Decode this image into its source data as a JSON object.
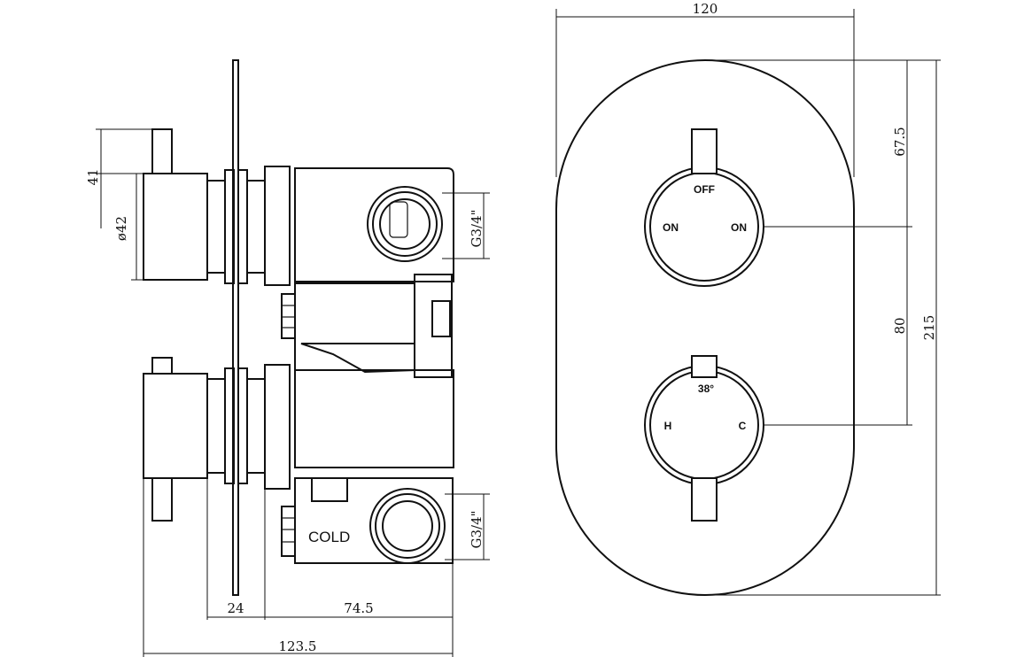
{
  "dimensions": {
    "top_width": "120",
    "upper_height": "67.5",
    "centre_spacing": "80",
    "total_height": "215",
    "lever_offset": "41",
    "body_diameter": "ø42",
    "thread_top": "G3/4\"",
    "thread_bottom": "G3/4\"",
    "depth_small": "24",
    "depth_body": "74.5",
    "depth_total": "123.5"
  },
  "labels": {
    "cold": "COLD",
    "diverter_off": "OFF",
    "diverter_on_left": "ON",
    "diverter_on_right": "ON",
    "thermostat_temp": "38°",
    "thermostat_hot": "H",
    "thermostat_cold": "C"
  }
}
